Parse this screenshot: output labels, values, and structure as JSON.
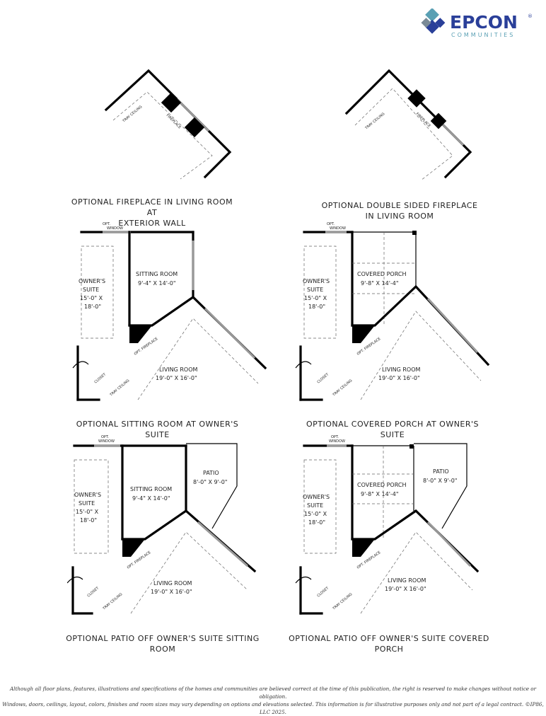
{
  "brand": {
    "name": "EPCON",
    "tagline": "COMMUNITIES",
    "registered": "®",
    "accent_color": "#2a3f99",
    "secondary_color": "#5aa0b4"
  },
  "panels": {
    "p1": {
      "caption_l1": "OPTIONAL FIREPLACE IN LIVING ROOM AT",
      "caption_l2": "EXTERIOR WALL",
      "tray": "TRAY CEILING",
      "fireplace": "FIREPLACE"
    },
    "p2": {
      "caption_l1": "OPTIONAL  DOUBLE SIDED FIREPLACE",
      "caption_l2": "IN LIVING ROOM",
      "tray": "TRAY CEILING",
      "fireplace": "FIREPLACE"
    },
    "p3": {
      "caption": "OPTIONAL SITTING ROOM AT OWNER'S SUITE",
      "opt_window_l1": "OPT.",
      "opt_window_l2": "WINDOW",
      "owners_l1": "OWNER'S",
      "owners_l2": "SUITE",
      "owners_l3": "15'-0\" X",
      "owners_l4": "18'-0\"",
      "sitting_l1": "SITTING ROOM",
      "sitting_l2": "9'-4\" X 14'-0\"",
      "living_l1": "LIVING ROOM",
      "living_l2": "19'-0\" X 16'-0\"",
      "opt_fireplace": "OPT. FIREPLACE",
      "closet": "CLOSET",
      "tray": "TRAY CEILING"
    },
    "p4": {
      "caption": "OPTIONAL COVERED PORCH AT OWNER'S SUITE",
      "opt_window_l1": "OPT.",
      "opt_window_l2": "WINDOW",
      "owners_l1": "OWNER'S",
      "owners_l2": "SUITE",
      "owners_l3": "15'-0\" X",
      "owners_l4": "18'-0\"",
      "porch_l1": "COVERED PORCH",
      "porch_l2": "9'-8\" X 14'-4\"",
      "living_l1": "LIVING ROOM",
      "living_l2": "19'-0\" X 16'-0\"",
      "opt_fireplace": "OPT. FIREPLACE",
      "closet": "CLOSET",
      "tray": "TRAY CEILING"
    },
    "p5": {
      "caption": "OPTIONAL PATIO OFF OWNER'S SUITE SITTING ROOM",
      "opt_window_l1": "OPT.",
      "opt_window_l2": "WINDOW",
      "owners_l1": "OWNER'S",
      "owners_l2": "SUITE",
      "owners_l3": "15'-0\" X",
      "owners_l4": "18'-0\"",
      "sitting_l1": "SITTING ROOM",
      "sitting_l2": "9'-4\" X 14'-0\"",
      "patio_l1": "PATIO",
      "patio_l2": "8'-0\" X 9'-0\"",
      "living_l1": "LIVING ROOM",
      "living_l2": "19'-0\" X 16'-0\"",
      "opt_fireplace": "OPT. FIREPLACE",
      "closet": "CLOSET",
      "tray": "TRAY CEILING"
    },
    "p6": {
      "caption": "OPTIONAL PATIO OFF OWNER'S SUITE COVERED PORCH",
      "opt_window_l1": "OPT.",
      "opt_window_l2": "WINDOW",
      "owners_l1": "OWNER'S",
      "owners_l2": "SUITE",
      "owners_l3": "15'-0\" X",
      "owners_l4": "18'-0\"",
      "porch_l1": "COVERED PORCH",
      "porch_l2": "9'-8\" X 14'-4\"",
      "patio_l1": "PATIO",
      "patio_l2": "8'-0\" X 9'-0\"",
      "living_l1": "LIVING ROOM",
      "living_l2": "19'-0\" X 16'-0\"",
      "opt_fireplace": "OPT. FIREPLACE",
      "closet": "CLOSET",
      "tray": "TRAY CEILING"
    }
  },
  "footer": {
    "line1": "Although all floor plans, features, illustrations and specifications of the homes and communities are believed correct at the time of this publication, the right is reserved to make changes without notice or obligation.",
    "line2": "Windows, doors, ceilings, layout, colors, finishes and room sizes may vary depending on options and elevations selected. This information is for illustrative purposes only and not part of a legal contract.  ©IP86, LLC 2025."
  }
}
